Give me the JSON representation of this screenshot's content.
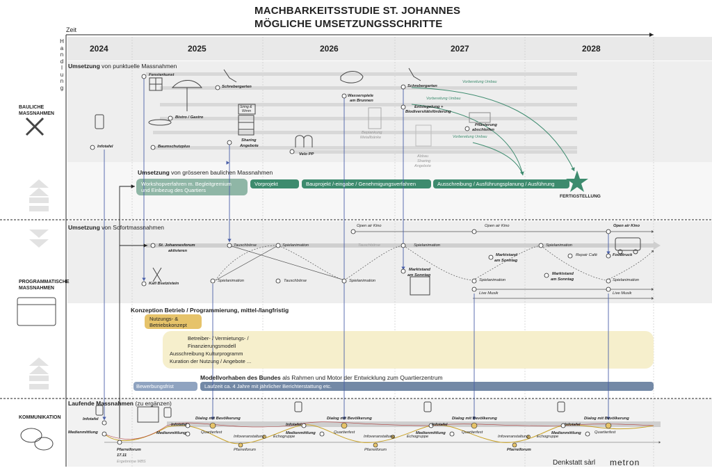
{
  "title_line1": "MACHBARKEITSSTUDIE ST. JOHANNES",
  "title_line2": "MÖGLICHE UMSETZUNGSSCHRITTE",
  "axis": {
    "zeit": "Zeit",
    "handlung": "Handlung"
  },
  "years": [
    "2024",
    "2025",
    "2026",
    "2027",
    "2028"
  ],
  "side_labels": {
    "bauliche": "BAULICHE\nMASSNAHMEN",
    "programmatische": "PROGRAMMATISCHE\nMASSNAHMEN",
    "kommunikation": "KOMMUNIKATION"
  },
  "sections": {
    "punktuell": {
      "bold": "Umsetzung",
      "rest": " von punktuelle Massnahmen"
    },
    "groesser": {
      "bold": "Umsetzung",
      "rest": " von grösseren baulichen Massnahmen"
    },
    "sofort": {
      "bold": "Umsetzung",
      "rest": " von Sofortmassnahmen"
    },
    "konzeption": {
      "bold": "Konzeption Betrieb / Programmierung, mittel-/langfristig",
      "rest": ""
    },
    "modell": {
      "bold": "Modellvorhaben des Bundes",
      "rest": " als Rahmen und Motor der Entwicklung zum Quartierzentrum"
    },
    "laufend": {
      "bold": "Laufende Massnahmen",
      "rest": " (zu ergänzen)"
    }
  },
  "bauliche_items": {
    "fensterkunst": "Fensterkunst",
    "schrebergarten1": "Schrebergarten",
    "bistro": "Bistro / Gastro",
    "baumschutz": "Baumschutzplus",
    "infotafel": "Infotafel",
    "sharing1": "Sharing",
    "angebote1": "Angebote",
    "velo": "Velo PP",
    "wasserspiele1": "Wasserspiele",
    "wasserspiele2": "am Brunnen",
    "beplankung1": "Beplankung",
    "beplankung2": "Metallbänke",
    "schrebergarten2": "Schrebergarten",
    "entsiegelung1": "Entsiegelung +",
    "entsiegelung2": "Biodiversitätsförderung",
    "abbau1": "Abbau",
    "abbau2": "Sharing",
    "abbau3": "Angebote",
    "pflaesterung1": "Pflästerung",
    "pflaesterung2": "abschleifen",
    "vorb1": "Vorbereitung Umbau",
    "vorb2": "Vorbereitung Umbau",
    "vorb3": "Vorbereitung Umbau",
    "sign1": "Siring &",
    "sign2": "Wmm"
  },
  "bau_pills": {
    "workshop1": "Workshopverfahren m. Begleitgremium",
    "workshop2": "und Einbezug des Quartiers",
    "vorprojekt": "Vorprojekt",
    "bauprojekt": "Bauprojekt /-eingabe / Genehmigungsverfahren",
    "ausschreibung": "Ausschreibung / Ausführungsplanung / Ausführung",
    "fertig": "FERTIGSTELLUNG"
  },
  "prog_items": {
    "openair1": "Open air Kino",
    "openair2": "Open air Kino",
    "openair3": "Open air Kino",
    "forum1": "St. Johannesforum",
    "forum2": "aktivieren",
    "tausch1": "Tauschbörse",
    "spiel1": "Spielanimation",
    "tausch2": "Tauschbörse",
    "spiel2": "Spielanimation",
    "spiel3": "Spielanimation",
    "kafi": "Kafi Bsetzistein",
    "spiel4": "Spielanimation",
    "tausch3": "Tauschbörse",
    "spiel5": "Spielanimation",
    "markt1a": "Marktstand",
    "markt1b": "am Sonntag",
    "markt2a": "Marktstand",
    "markt2b": "am Sonntag",
    "markt3a": "Marktstand",
    "markt3b": "am Sonntag",
    "repair": "Repair Café",
    "foodtruck": "Foodtruck",
    "spiel6": "Spielanimation",
    "spiel7": "Spielanimation",
    "livemusik1": "Live Musik",
    "livemusik2": "Live Musik"
  },
  "konzeption": {
    "nutzung1": "Nutzungs- &",
    "nutzung2": "Betriebskonzept",
    "line1": "Betreiber- / Vermietungs- /",
    "line2": "Finanzierungsmodell",
    "line3": "Ausschreibung Kulturprogramm",
    "line4": "Kuration der Nutzung / Angebote ..."
  },
  "modell": {
    "bewerbung": "Bewerbungsfrist",
    "laufzeit": "Laufzeit ca. 4 Jahre mit jährlicher Berichterstattung etc."
  },
  "komm": {
    "infotafel": "Infotafel",
    "medien": "Medienmittlung",
    "pfarrei1": "Pfarreiforum",
    "pfarrei_date": "17.11",
    "ergebnisse": "Ergebnisse MBS",
    "dialog": "Dialog mit Bevölkerung",
    "quartierfest": "Quartierfest",
    "infover": "Infoveranstaltung",
    "echogruppe": "Echogruppe",
    "pfarreiforum": "Pfarreiforum"
  },
  "footer": {
    "denkstatt": "Denkstatt sàrl",
    "metron": "metron"
  },
  "colors": {
    "teal": "#3d8b6e",
    "teal_light": "#8fb6a6",
    "blue_gray": "#7389a6",
    "khaki": "#e6c36a",
    "cream": "#f6efcc",
    "arrow_blue": "#4a5fa8",
    "gray_band": "#efefef"
  }
}
